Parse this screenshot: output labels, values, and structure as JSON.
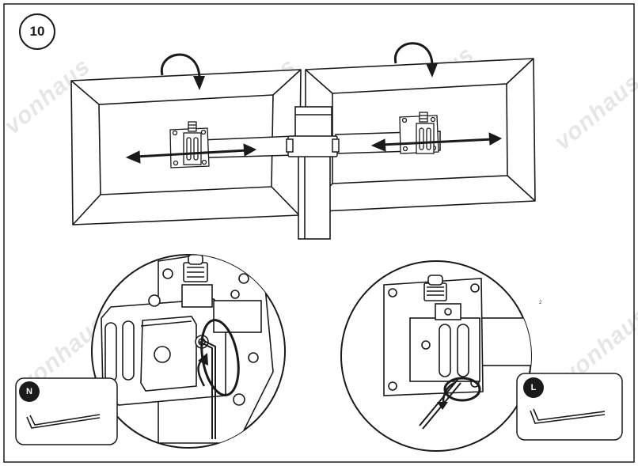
{
  "step": {
    "number": "10"
  },
  "watermark": {
    "text": "vonhaus"
  },
  "insets": {
    "left": {
      "tool_label": "N",
      "tool_icon": "hex-key-icon"
    },
    "right": {
      "tool_label": "L",
      "tool_icon": "hex-key-icon"
    }
  },
  "stray_mark": {
    "text": "2"
  },
  "colors": {
    "line": "#1a1a1a",
    "watermark": "#e6e6e6",
    "panel_fill": "#ffffff",
    "badge": "#1a1a1a"
  },
  "icons": [
    "rotate-arrow-icon",
    "double-arrow-icon",
    "hex-key-icon",
    "vesa-plate-icon",
    "pole-clamp-icon"
  ]
}
